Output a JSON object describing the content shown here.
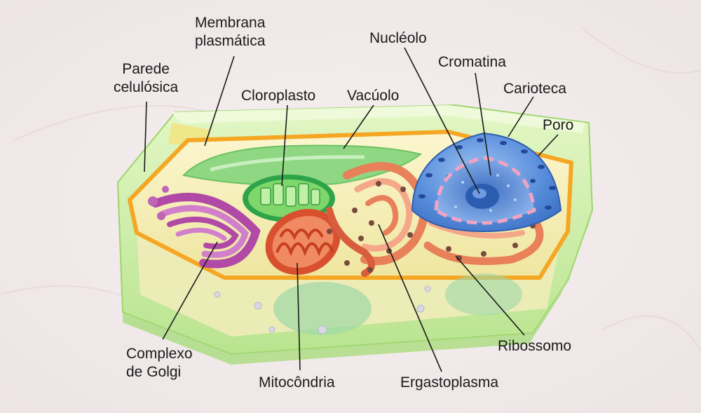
{
  "labels": {
    "membrana": [
      "Membrana",
      "plasmática"
    ],
    "parede": [
      "Parede",
      "celulósica"
    ],
    "cloroplasto": "Cloroplasto",
    "vacuolo": "Vacúolo",
    "nucleolo": "Nucléolo",
    "cromatina": "Cromatina",
    "carioteca": "Carioteca",
    "poro": "Poro",
    "golgi": [
      "Complexo",
      "de Golgi"
    ],
    "mitocondria": "Mitocôndria",
    "ergastoplasma": "Ergastoplasma",
    "ribossomo": "Ribossomo"
  },
  "colors": {
    "background": "#f3eeee",
    "cell_wall": "#c9ec9e",
    "membrane": "#f5a623",
    "cytoplasm": "#f6efb4",
    "nucleus": "#4f86d9",
    "chloroplast": "#2ea44a",
    "golgi": "#b04aa6",
    "mitochondria": "#d9502e",
    "ergastoplasm": "#e8805a",
    "vacuole": "#7fd07a"
  }
}
